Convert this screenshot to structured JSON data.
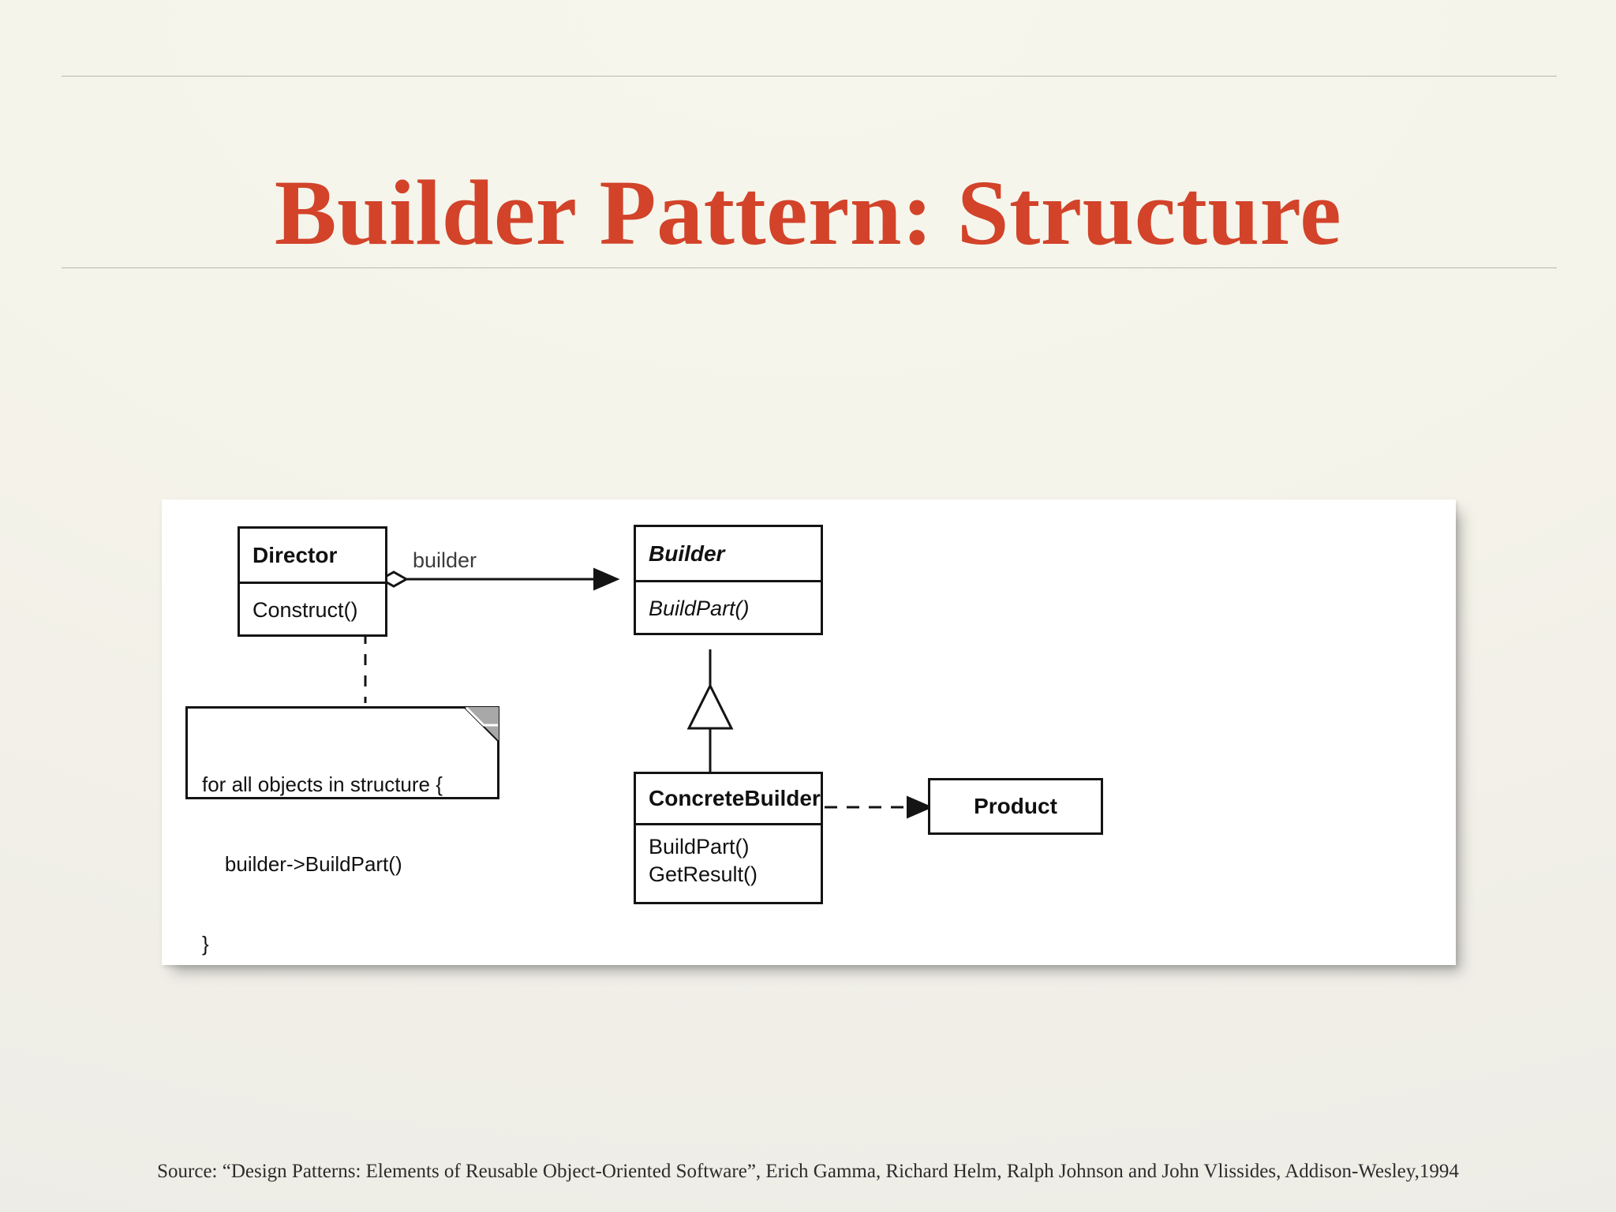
{
  "slide": {
    "title": "Builder Pattern: Structure",
    "title_color": "#d2432a",
    "background_color": "#f4f3e9",
    "source_note": "Source: “Design Patterns: Elements of Reusable Object-Oriented Software”, Erich Gamma, Richard Helm, Ralph Johnson and John Vlissides, Addison-Wesley,1994"
  },
  "diagram": {
    "type": "uml-class-diagram",
    "classes": [
      {
        "id": "director",
        "name": "Director",
        "abstract": false,
        "operations": [
          "Construct()"
        ]
      },
      {
        "id": "builder",
        "name": "Builder",
        "abstract": true,
        "operations": [
          "BuildPart()"
        ]
      },
      {
        "id": "concrete_builder",
        "name": "ConcreteBuilder",
        "abstract": false,
        "operations": [
          "BuildPart()",
          "GetResult()"
        ]
      },
      {
        "id": "product",
        "name": "Product",
        "abstract": false,
        "operations": []
      }
    ],
    "note": {
      "id": "construct-note",
      "line1": "for all objects in structure {",
      "line2": "    builder->BuildPart()",
      "line3": "}",
      "attached_to": "Construct()"
    },
    "relationships": [
      {
        "id": "director-builder",
        "from": "director",
        "to": "builder",
        "kind": "aggregation-association",
        "label": "builder",
        "source_decoration": "open-diamond",
        "target_decoration": "filled-arrow",
        "line": "solid"
      },
      {
        "id": "concretebuilder-builder",
        "from": "concrete_builder",
        "to": "builder",
        "kind": "generalization",
        "label": "",
        "target_decoration": "hollow-triangle",
        "line": "solid"
      },
      {
        "id": "concretebuilder-product",
        "from": "concrete_builder",
        "to": "product",
        "kind": "dependency",
        "label": "",
        "target_decoration": "filled-arrow",
        "line": "dashed"
      },
      {
        "id": "construct-note-link",
        "from": "director",
        "to": "construct-note",
        "kind": "note-anchor",
        "label": "",
        "line": "dashed"
      }
    ]
  }
}
